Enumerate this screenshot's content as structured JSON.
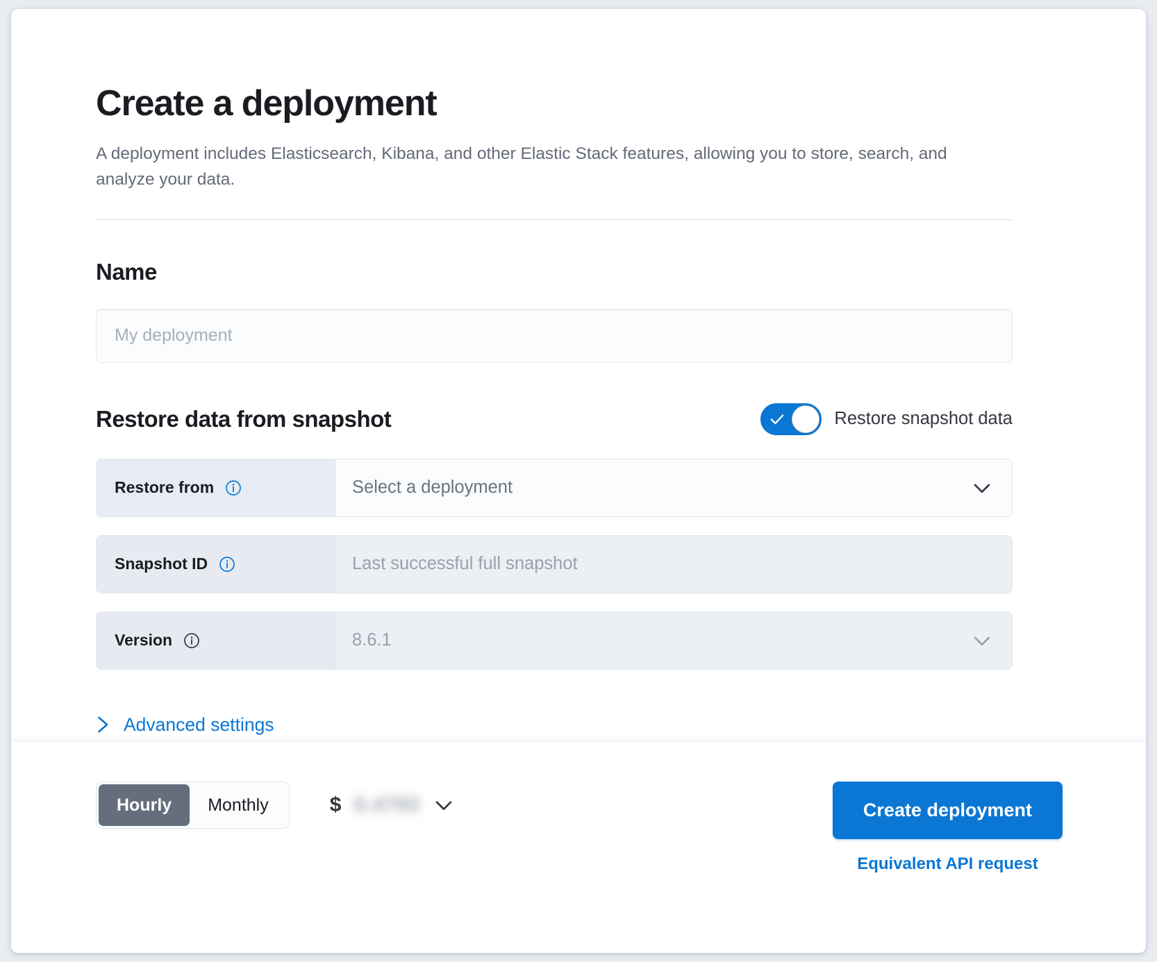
{
  "header": {
    "title": "Create a deployment",
    "subtitle": "A deployment includes Elasticsearch, Kibana, and other Elastic Stack features, allowing you to store, search, and analyze your data."
  },
  "name_section": {
    "title": "Name",
    "input_placeholder": "My deployment",
    "input_value": ""
  },
  "restore_section": {
    "title": "Restore data from snapshot",
    "toggle": {
      "label": "Restore snapshot data",
      "checked": true
    },
    "fields": [
      {
        "label": "Restore from",
        "value": "Select a deployment",
        "control": "select",
        "disabled": false,
        "info_icon": "info-icon"
      },
      {
        "label": "Snapshot ID",
        "value": "Last successful full snapshot",
        "control": "text",
        "disabled": true,
        "info_icon": "info-icon"
      },
      {
        "label": "Version",
        "value": "8.6.1",
        "control": "select",
        "disabled": true,
        "info_icon": "info-icon"
      }
    ],
    "advanced_settings_label": "Advanced settings"
  },
  "footer": {
    "billing_options": [
      "Hourly",
      "Monthly"
    ],
    "billing_selected": "Hourly",
    "price_currency_symbol": "$",
    "price_amount": "0.4793",
    "create_button_label": "Create deployment",
    "api_link_label": "Equivalent API request"
  },
  "colors": {
    "accent": "#0b77d4",
    "text": "#1a1c21",
    "muted": "#646a77",
    "segment_active_bg": "#646e7d",
    "field_label_bg": "#e7ecf4"
  }
}
